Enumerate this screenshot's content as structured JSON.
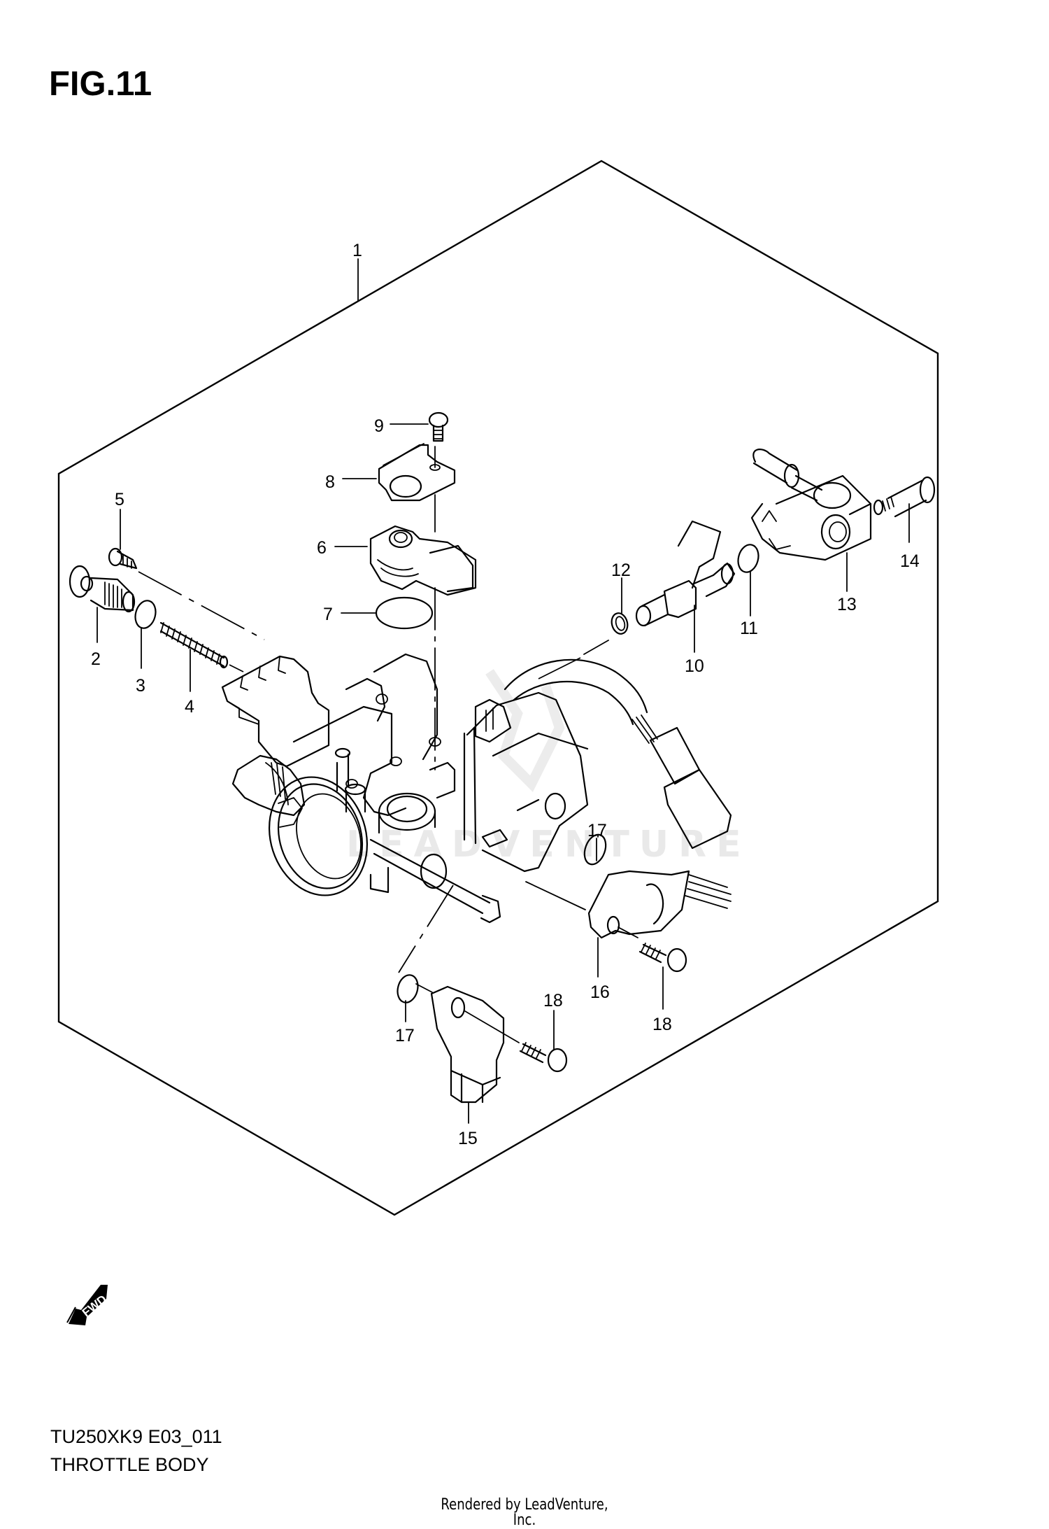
{
  "figure": {
    "title": "FIG.11",
    "model_code": "TU250XK9 E03_011",
    "section_name": "THROTTLE BODY"
  },
  "diagram": {
    "watermark": "LEADVENTURE",
    "direction_indicator": "FWD",
    "callouts": [
      {
        "id": "c1",
        "label": "1",
        "part": "throttle body assembly"
      },
      {
        "id": "c2",
        "label": "2",
        "part": "idle adjust screw"
      },
      {
        "id": "c3",
        "label": "3",
        "part": "o-ring"
      },
      {
        "id": "c4",
        "label": "4",
        "part": "spring"
      },
      {
        "id": "c5",
        "label": "5",
        "part": "screw"
      },
      {
        "id": "c6",
        "label": "6",
        "part": "sensor"
      },
      {
        "id": "c7",
        "label": "7",
        "part": "o-ring"
      },
      {
        "id": "c8",
        "label": "8",
        "part": "bracket"
      },
      {
        "id": "c9",
        "label": "9",
        "part": "screw"
      },
      {
        "id": "c10",
        "label": "10",
        "part": "fuel injector"
      },
      {
        "id": "c11",
        "label": "11",
        "part": "o-ring"
      },
      {
        "id": "c12",
        "label": "12",
        "part": "seal"
      },
      {
        "id": "c13",
        "label": "13",
        "part": "fuel feed pipe"
      },
      {
        "id": "c14",
        "label": "14",
        "part": "bolt"
      },
      {
        "id": "c15",
        "label": "15",
        "part": "sensor"
      },
      {
        "id": "c16",
        "label": "16",
        "part": "sensor"
      },
      {
        "id": "c17a",
        "label": "17",
        "part": "o-ring"
      },
      {
        "id": "c17b",
        "label": "17",
        "part": "o-ring"
      },
      {
        "id": "c18a",
        "label": "18",
        "part": "screw"
      },
      {
        "id": "c18b",
        "label": "18",
        "part": "screw"
      }
    ]
  },
  "footer": {
    "credit": "Rendered by LeadVenture, Inc."
  }
}
